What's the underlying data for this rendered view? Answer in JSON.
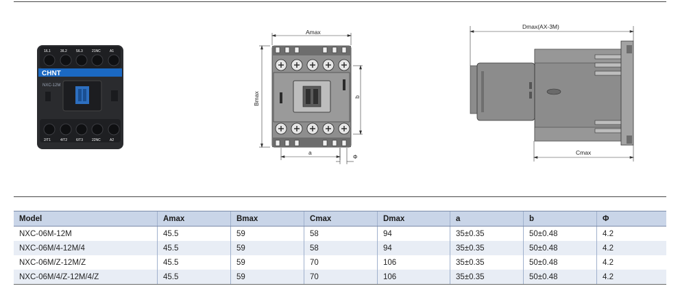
{
  "product_photo": {
    "brand": "CHNT",
    "model_print": "NXC-12M",
    "top_terminals": [
      "1/L1",
      "3/L2",
      "5/L3",
      "21NC",
      "A1"
    ],
    "bottom_terminals": [
      "2/T1",
      "4/T2",
      "6/T3",
      "22NC",
      "A2"
    ]
  },
  "front_drawing": {
    "amax_label": "Amax",
    "bmax_label": "Bmax",
    "a_label": "a",
    "b_label": "b",
    "phi_label": "Φ"
  },
  "side_drawing": {
    "dmax_label": "Dmax(AX-3M)",
    "cmax_label": "Cmax"
  },
  "table": {
    "headers": [
      "Model",
      "Amax",
      "Bmax",
      "Cmax",
      "Dmax",
      "a",
      "b",
      "Φ"
    ],
    "rows": [
      [
        "NXC-06M-12M",
        "45.5",
        "59",
        "58",
        "94",
        "35±0.35",
        "50±0.48",
        "4.2"
      ],
      [
        "NXC-06M/4-12M/4",
        "45.5",
        "59",
        "58",
        "94",
        "35±0.35",
        "50±0.48",
        "4.2"
      ],
      [
        "NXC-06M/Z-12M/Z",
        "45.5",
        "59",
        "70",
        "106",
        "35±0.35",
        "50±0.48",
        "4.2"
      ],
      [
        "NXC-06M/4/Z-12M/4/Z",
        "45.5",
        "59",
        "70",
        "106",
        "35±0.35",
        "50±0.48",
        "4.2"
      ]
    ]
  }
}
